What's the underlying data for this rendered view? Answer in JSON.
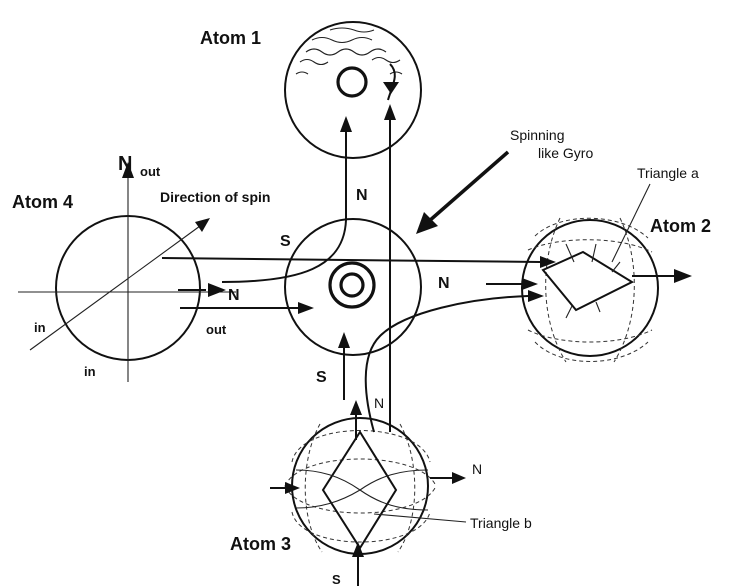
{
  "labels": {
    "atom1": "Atom 1",
    "atom2": "Atom 2",
    "atom3": "Atom 3",
    "atom4": "Atom 4",
    "spinning": "Spinning",
    "like_gyro": "like Gyro",
    "triangle_a": "Triangle a",
    "triangle_b": "Triangle b",
    "n_out": "N",
    "out_small": "out",
    "direction_of_spin": "Direction of spin",
    "atom4_in_left": "in",
    "atom4_in_bottom": "in",
    "atom4_n_arrow": "N",
    "atom4_out": "out",
    "center_n_top": "N",
    "center_s_left": "S",
    "center_n_right": "N",
    "center_s_bottom": "S",
    "atom3_n_top": "N",
    "atom3_n_right": "N",
    "atom3_s_bottom": "S"
  },
  "colors": {
    "ink": "#111111",
    "background": "#ffffff"
  }
}
